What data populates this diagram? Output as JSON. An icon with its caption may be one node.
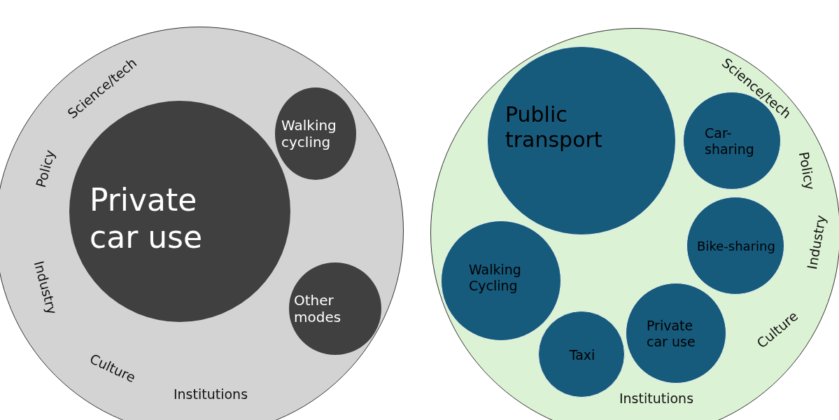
{
  "diagram": {
    "nodes": [
      {
        "text": [
          "Science/tech",
          "Policy",
          "Industry",
          "Culture",
          "Institutions"
        ]
      },
      {
        "text": [
          "Private car use"
        ],
        "in": 0
      },
      {
        "text": [
          "Walking cycling"
        ],
        "in": 0
      },
      {
        "text": [
          "Other modes"
        ],
        "in": 0
      },
      {
        "text": [
          "Science/tech",
          "Policy",
          "Industry",
          "Culture",
          "Institutions"
        ]
      },
      {
        "text": [
          "Public transport"
        ],
        "in": 4
      },
      {
        "text": [
          "Car-sharing"
        ],
        "in": 4
      },
      {
        "text": [
          "Bike-sharing"
        ],
        "in": 4
      },
      {
        "text": [
          "Walking Cycling"
        ],
        "in": 4
      },
      {
        "text": [
          "Taxi"
        ],
        "in": 4
      },
      {
        "text": [
          "Private car use"
        ],
        "in": 4
      }
    ]
  }
}
